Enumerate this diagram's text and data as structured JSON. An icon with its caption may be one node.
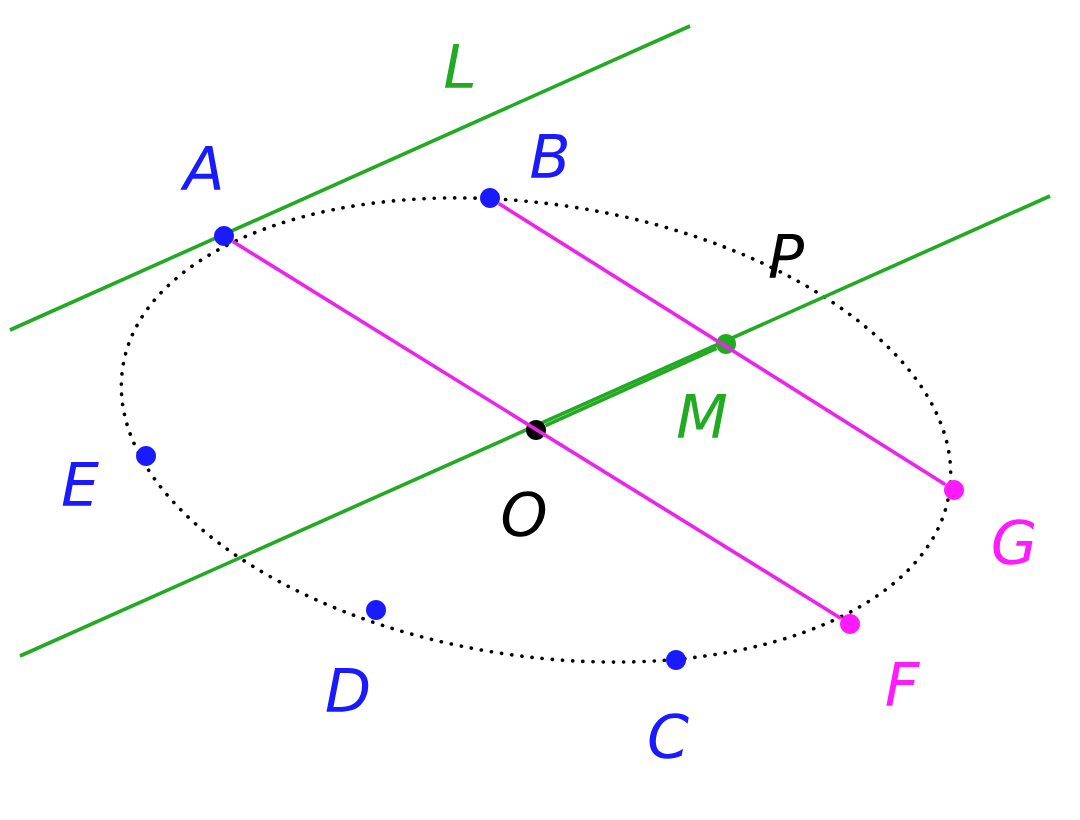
{
  "diagram": {
    "nodes": [
      {
        "text": [
          "A"
        ]
      },
      {
        "text": [
          "B"
        ]
      },
      {
        "text": [
          "M"
        ]
      },
      {
        "text": [
          "E"
        ]
      },
      {
        "text": [
          "O"
        ]
      },
      {
        "text": [
          "G"
        ]
      },
      {
        "text": [
          "D"
        ]
      },
      {
        "text": [
          "F"
        ]
      },
      {
        "text": [
          "C"
        ]
      }
    ],
    "edges": [
      {
        "from": 0,
        "to": 7,
        "arrow": "none"
      },
      {
        "from": 1,
        "to": 5,
        "arrow": "none"
      },
      {
        "from": 4,
        "to": 2,
        "arrow": "none",
        "color": "#22aa22"
      }
    ],
    "labels": [
      "L",
      "P"
    ]
  }
}
